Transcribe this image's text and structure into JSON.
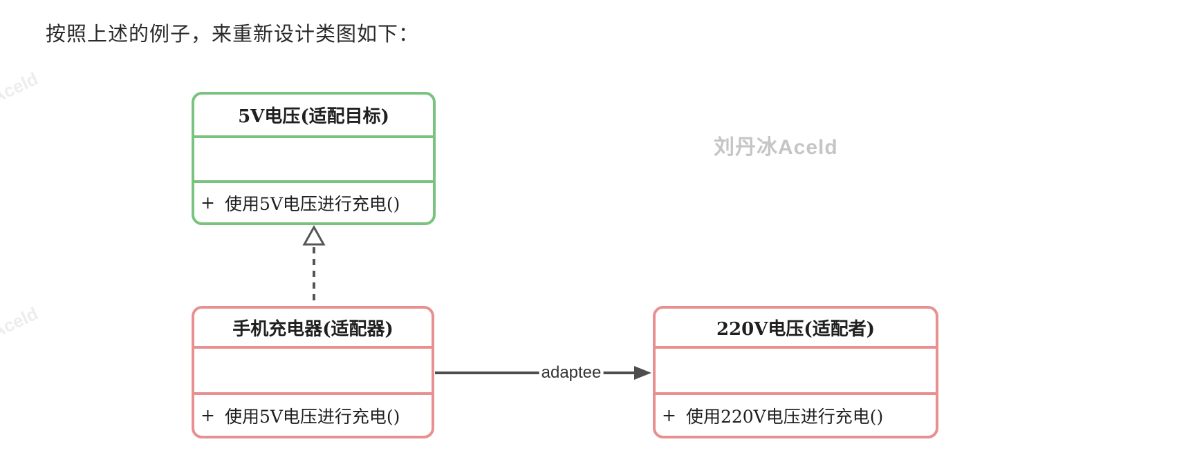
{
  "page": {
    "heading": "按照上述的例子，来重新设计类图如下："
  },
  "watermarks": {
    "main": "刘丹冰Aceld",
    "corner": "Aceld"
  },
  "diagram": {
    "type": "uml-class-diagram",
    "classes": [
      {
        "id": "target",
        "title": "5V电压(适配目标)",
        "attributes": "",
        "method": {
          "prefix": "+",
          "label": "使用5V电压进行充电()"
        },
        "border_color": "#79c37e"
      },
      {
        "id": "adapter",
        "title": "手机充电器(适配器)",
        "attributes": "",
        "method": {
          "prefix": "+",
          "label": "使用5V电压进行充电()"
        },
        "border_color": "#e89090"
      },
      {
        "id": "adaptee",
        "title": "220V电压(适配者)",
        "attributes": "",
        "method": {
          "prefix": "+",
          "label": "使用220V电压进行充电()"
        },
        "border_color": "#e89090"
      }
    ],
    "relations": [
      {
        "type": "realization",
        "from": "adapter",
        "to": "target",
        "label": ""
      },
      {
        "type": "association",
        "from": "adapter",
        "to": "adaptee",
        "label": "adaptee"
      }
    ],
    "colors": {
      "green_border": "#79c37e",
      "pink_border": "#e89090",
      "line": "#4d4d4d",
      "text": "#1f1f1f",
      "watermark": "#c5c5c5",
      "watermark_faint": "#ededed"
    }
  }
}
